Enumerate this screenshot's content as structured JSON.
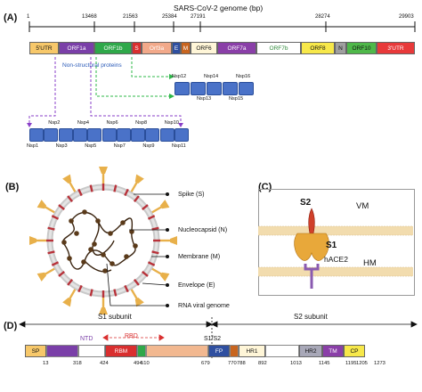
{
  "panel_a": {
    "label": "(A)",
    "title": "SARS-CoV-2 genome (bp)",
    "positions": [
      "1",
      "13468",
      "21563",
      "25384",
      "27191",
      "28274",
      "29903"
    ],
    "genes": [
      {
        "label": "5'UTR",
        "color": "#f7c86a",
        "text_color": "#111"
      },
      {
        "label": "ORF1a",
        "color": "#7a3fa8",
        "text_color": "#ffffff"
      },
      {
        "label": "ORF1b",
        "color": "#2fa84a",
        "text_color": "#ffffff"
      },
      {
        "label": "S",
        "color": "#d92f2f",
        "text_color": "#ffffff"
      },
      {
        "label": "Orf3a",
        "color": "#f2a98a",
        "text_color": "#ffffff"
      },
      {
        "label": "E",
        "color": "#2f4fa0",
        "text_color": "#ffffff"
      },
      {
        "label": "M",
        "color": "#c8651f",
        "text_color": "#ffffff"
      },
      {
        "label": "ORF6",
        "color": "#fff6d8",
        "text_color": "#111"
      },
      {
        "label": "ORF7a",
        "color": "#8a3fa8",
        "text_color": "#ffffff"
      },
      {
        "label": "ORF7b",
        "color": "#ffffff",
        "text_color": "#2f8a3a"
      },
      {
        "label": "ORF8",
        "color": "#f7e84a",
        "text_color": "#111"
      },
      {
        "label": "N",
        "color": "#a0a0a0",
        "text_color": "#111"
      },
      {
        "label": "ORF10",
        "color": "#4fb84a",
        "text_color": "#111"
      },
      {
        "label": "3'UTR",
        "color": "#e8393a",
        "text_color": "#ffffff"
      }
    ],
    "nsp_note": "Non-structural proteins",
    "nsp_top": [
      "Nsp12",
      "Nsp13",
      "Nsp14",
      "Nsp15",
      "Nsp16"
    ],
    "nsp_bottom": [
      "Nsp1",
      "Nsp2",
      "Nsp3",
      "Nsp4",
      "Nsp5",
      "Nsp6",
      "Nsp7",
      "Nsp8",
      "Nsp9",
      "Nsp10",
      "Nsp11"
    ],
    "arrow_colors": {
      "purple": "#8a3fc8",
      "green": "#2fb84a"
    }
  },
  "panel_b": {
    "label": "(B)",
    "labels": [
      "Spike (S)",
      "Nucleocapsid (N)",
      "Membrane (M)",
      "Envelope (E)",
      "RNA viral genome"
    ],
    "colors": {
      "spike": "#e8b04a",
      "envelope_ring": "#c9c9c9",
      "membrane": "#b8323a",
      "rna": "#3a2410",
      "nucleocapsid": "#5a3a1a"
    }
  },
  "panel_c": {
    "label": "(C)",
    "s2": "S2",
    "s1": "S1",
    "vm": "VM",
    "hace2": "hACE2",
    "hm": "HM",
    "colors": {
      "s1": "#e8a83a",
      "s2": "#d0402a",
      "hace2": "#8a5ab0",
      "membrane": "#f2dcae"
    }
  },
  "panel_d": {
    "label": "(D)",
    "s1_subunit": "S1 subunit",
    "s2_subunit": "S2 subunit",
    "ntd": "NTD",
    "rbd": "RBD",
    "s1s2": "S1/S2",
    "domains": [
      {
        "label": "SP",
        "color": "#f7c86a",
        "text_color": "#111"
      },
      {
        "label": "",
        "color": "#7a3fa8",
        "text_color": "#fff"
      },
      {
        "label": "",
        "color": "#ffffff",
        "text_color": "#111"
      },
      {
        "label": "RBM",
        "color": "#d92f2f",
        "text_color": "#ffffff"
      },
      {
        "label": "",
        "color": "#2fa84a",
        "text_color": "#fff"
      },
      {
        "label": "",
        "color": "#f2b890",
        "text_color": "#111"
      },
      {
        "label": "FP",
        "color": "#2f4fa0",
        "text_color": "#ffffff"
      },
      {
        "label": "",
        "color": "#c8651f",
        "text_color": "#fff"
      },
      {
        "label": "HR1",
        "color": "#fff6d8",
        "text_color": "#111"
      },
      {
        "label": "",
        "color": "#ffffff",
        "text_color": "#111"
      },
      {
        "label": "HR2",
        "color": "#a8a8b8",
        "text_color": "#111"
      },
      {
        "label": "TM",
        "color": "#8a3fa8",
        "text_color": "#ffffff"
      },
      {
        "label": "CP",
        "color": "#f7e84a",
        "text_color": "#111"
      }
    ],
    "positions": [
      "13",
      "318",
      "424",
      "494",
      "510",
      "679",
      "770",
      "788",
      "892",
      "1013",
      "1145",
      "1195",
      "1205",
      "1273"
    ]
  }
}
